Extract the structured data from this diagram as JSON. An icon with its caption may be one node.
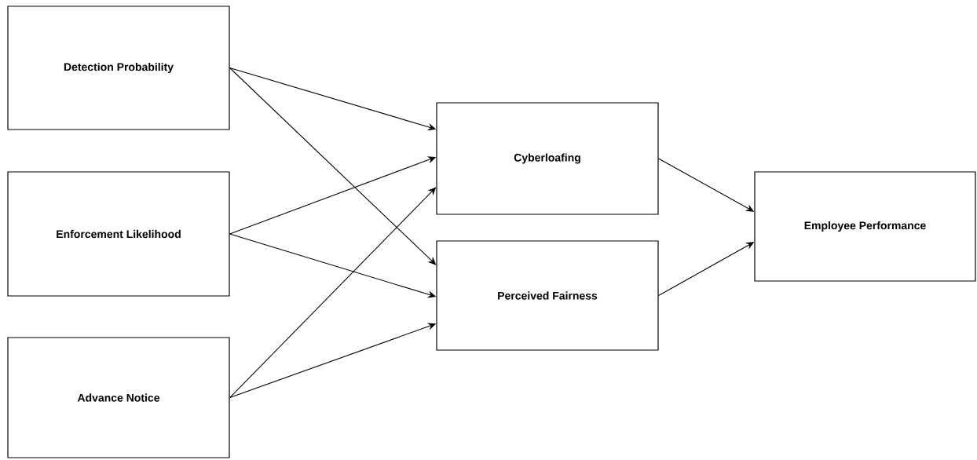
{
  "diagram": {
    "nodes": [
      {
        "text": [
          "Detection Probability"
        ]
      },
      {
        "text": [
          "Enforcement Likelihood"
        ]
      },
      {
        "text": [
          "Advance Notice"
        ]
      },
      {
        "text": [
          "Cyberloafing"
        ]
      },
      {
        "text": [
          "Perceived Fairness"
        ]
      },
      {
        "text": [
          "Employee Performance"
        ]
      }
    ],
    "edges": [
      {
        "from": 0,
        "to": 3,
        "arrow": "to"
      },
      {
        "from": 0,
        "to": 4,
        "arrow": "to"
      },
      {
        "from": 1,
        "to": 3,
        "arrow": "to"
      },
      {
        "from": 1,
        "to": 4,
        "arrow": "to"
      },
      {
        "from": 2,
        "to": 3,
        "arrow": "to"
      },
      {
        "from": 2,
        "to": 4,
        "arrow": "to"
      },
      {
        "from": 3,
        "to": 5,
        "arrow": "to"
      },
      {
        "from": 4,
        "to": 5,
        "arrow": "to"
      }
    ]
  }
}
